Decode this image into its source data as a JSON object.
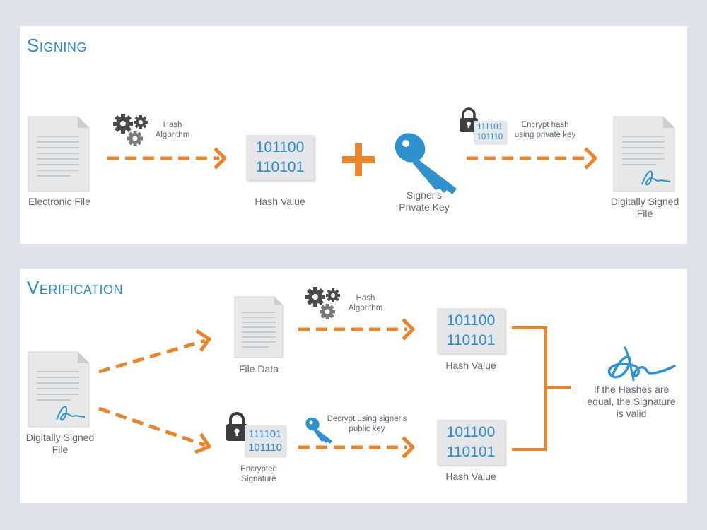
{
  "signing": {
    "title": "Signing",
    "electronic_file": "Electronic File",
    "hash_algorithm": "Hash\nAlgorithm",
    "hash_line1": "101100",
    "hash_line2": "110101",
    "hash_value": "Hash Value",
    "private_key": "Signer's\nPrivate Key",
    "enc_line1": "111101",
    "enc_line2": "101110",
    "encrypt_hash": "Encrypt hash\nusing private key",
    "digitally_signed_file": "Digitally Signed\nFile"
  },
  "verification": {
    "title": "Verification",
    "digitally_signed_file": "Digitally Signed\nFile",
    "file_data": "File Data",
    "hash_algorithm": "Hash\nAlgorithm",
    "hash1_line1": "101100",
    "hash1_line2": "110101",
    "hash_value_1": "Hash Value",
    "enc_line1": "111101",
    "enc_line2": "101110",
    "encrypted_signature": "Encrypted\nSignature",
    "decrypt": "Decrypt using signer's\npublic key",
    "hash2_line1": "101100",
    "hash2_line2": "110101",
    "hash_value_2": "Hash Value",
    "result": "If the Hashes are\nequal, the Signature\nis valid"
  },
  "colors": {
    "accent_orange": "#e8862f",
    "title_blue": "#2c8dc6",
    "key_blue": "#2f92cf",
    "text_gray": "#5d6975",
    "gear_dark": "#4a4a4a",
    "lock_dark": "#3d3d3d"
  },
  "icons": [
    "document-icon",
    "gears-icon",
    "key-icon",
    "lock-icon",
    "signature-icon",
    "plus-icon",
    "arrow-icon",
    "bracket-icon"
  ]
}
